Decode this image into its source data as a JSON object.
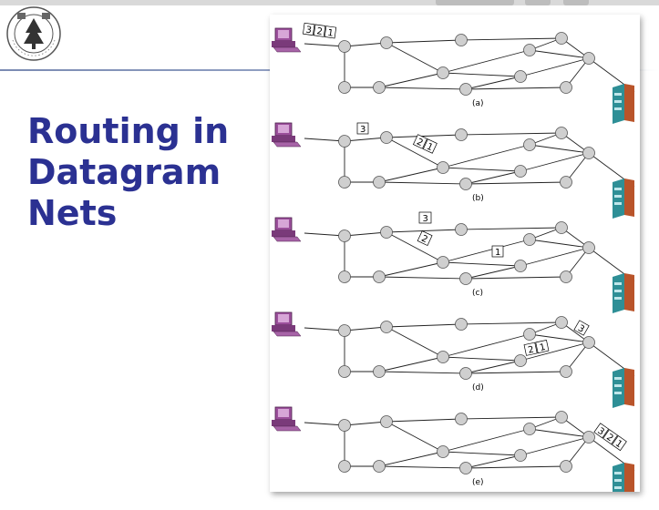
{
  "slide": {
    "title": "Routing in Datagram Nets",
    "logo": {
      "name": "Nanjing University seal",
      "text": "NANJING UNIVERSITY 1902"
    }
  },
  "figure": {
    "panels": [
      {
        "label": "(a)",
        "packets_near_host": [
          "3",
          "2",
          "1"
        ]
      },
      {
        "label": "(b)",
        "packet_single": "3",
        "packet_pair": [
          "2",
          "1"
        ]
      },
      {
        "label": "(c)",
        "packet_top": "3",
        "packet_mid": "2",
        "packet_right": "1"
      },
      {
        "label": "(d)",
        "packet_pair": [
          "2",
          "1"
        ],
        "packet_single": "3"
      },
      {
        "label": "(e)",
        "packets_near_dest": [
          "3",
          "2",
          "1"
        ]
      }
    ]
  }
}
